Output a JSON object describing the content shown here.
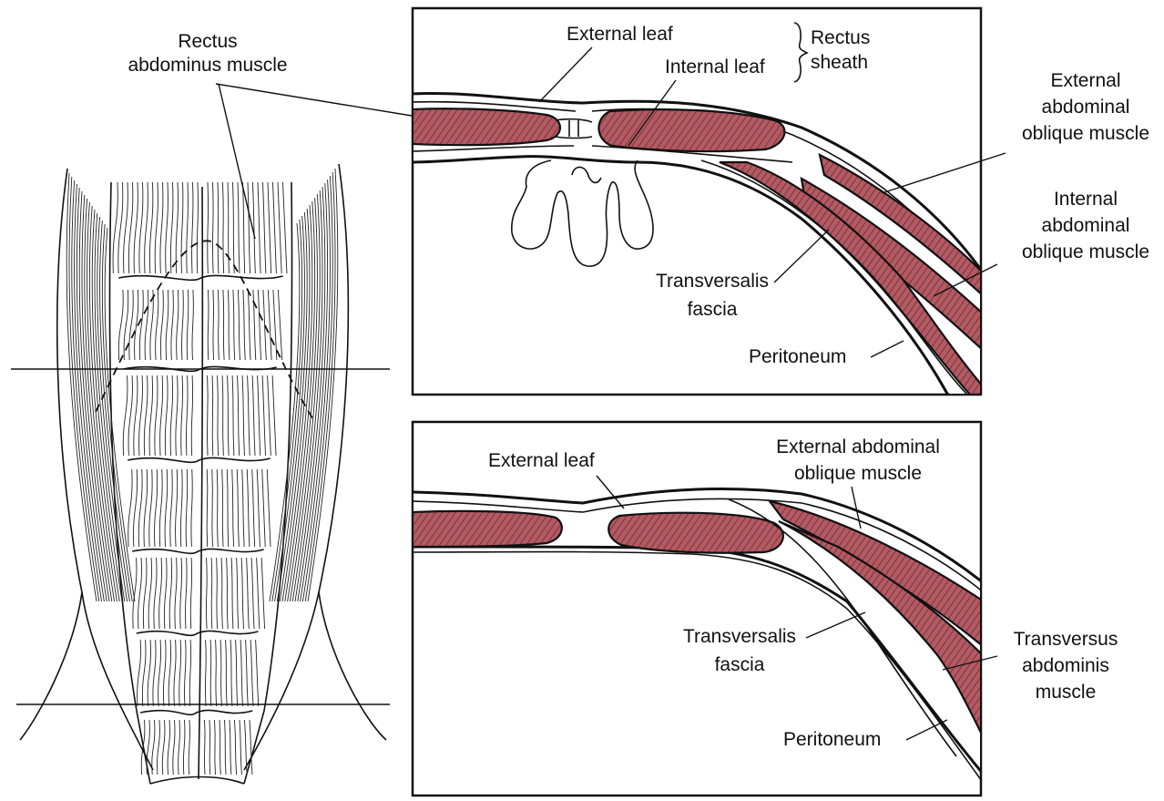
{
  "colors": {
    "muscle": "#b35a63",
    "hatch": "#5a2026",
    "ink": "#111111",
    "paper": "#ffffff"
  },
  "labels": {
    "rectus_abdominus": [
      "Rectus",
      "abdominus muscle"
    ],
    "top_external_leaf": "External leaf",
    "top_internal_leaf": "Internal leaf",
    "rectus_sheath": [
      "Rectus",
      "sheath"
    ],
    "top_ext_oblique": [
      "External",
      "abdominal",
      "oblique muscle"
    ],
    "top_int_oblique": [
      "Internal",
      "abdominal",
      "oblique muscle"
    ],
    "top_transversalis": [
      "Transversalis",
      "fascia"
    ],
    "top_peritoneum": "Peritoneum",
    "bot_external_leaf": "External leaf",
    "bot_ext_oblique": [
      "External abdominal",
      "oblique muscle"
    ],
    "bot_transversalis": [
      "Transversalis",
      "fascia"
    ],
    "bot_transversus": [
      "Transversus",
      "abdominis",
      "muscle"
    ],
    "bot_peritoneum": "Peritoneum"
  }
}
